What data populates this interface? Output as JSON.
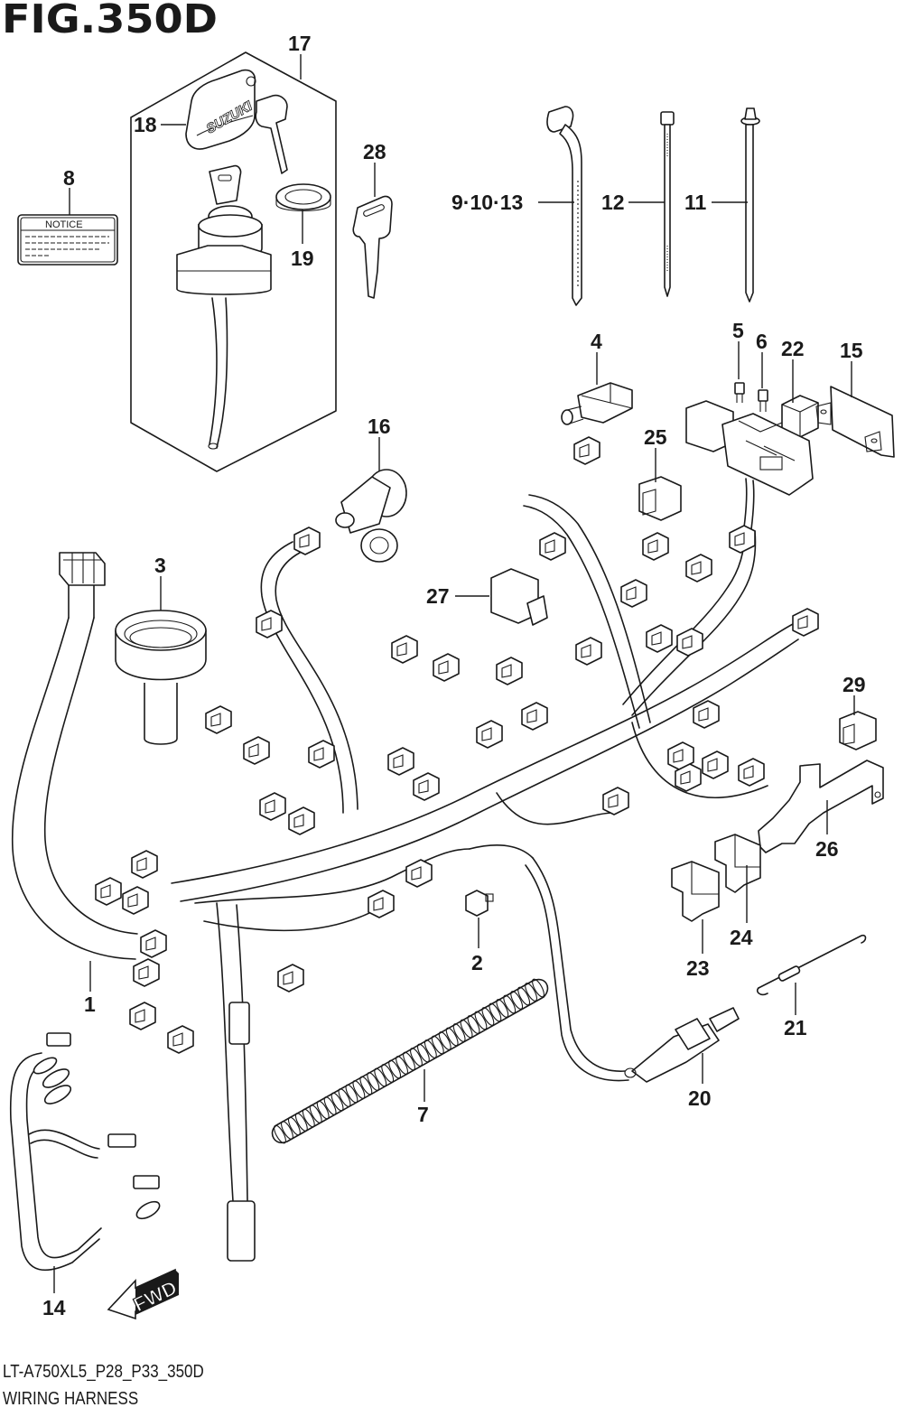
{
  "figure": {
    "title": "FIG.350D",
    "model_code": "LT-A750XL5_P28_P33_350D",
    "name": "WIRING HARNESS"
  },
  "decals": {
    "notice_label": "NOTICE",
    "key_brand": "SUZUKI",
    "direction_arrow": "FWD"
  },
  "callouts": [
    {
      "id": "c1",
      "label": "1",
      "part": "main wiring harness"
    },
    {
      "id": "c2",
      "label": "2",
      "part": "small connector cap"
    },
    {
      "id": "c3",
      "label": "3",
      "part": "threaded cup / cap"
    },
    {
      "id": "c4",
      "label": "4",
      "part": "connector boot"
    },
    {
      "id": "c5",
      "label": "5",
      "part": "fuse"
    },
    {
      "id": "c6",
      "label": "6",
      "part": "fuse"
    },
    {
      "id": "c7",
      "label": "7",
      "part": "corrugated tube"
    },
    {
      "id": "c8",
      "label": "8",
      "part": "notice label"
    },
    {
      "id": "c9",
      "label": "9·10·13",
      "part": "cable tie with clamp"
    },
    {
      "id": "c11",
      "label": "11",
      "part": "cable tie with clip"
    },
    {
      "id": "c12",
      "label": "12",
      "part": "cable tie"
    },
    {
      "id": "c14",
      "label": "14",
      "part": "sub harness"
    },
    {
      "id": "c15",
      "label": "15",
      "part": "bracket"
    },
    {
      "id": "c16",
      "label": "16",
      "part": "socket"
    },
    {
      "id": "c17",
      "label": "17",
      "part": "ignition switch assy"
    },
    {
      "id": "c18",
      "label": "18",
      "part": "key cover"
    },
    {
      "id": "c19",
      "label": "19",
      "part": "nut ring"
    },
    {
      "id": "c20",
      "label": "20",
      "part": "sensor"
    },
    {
      "id": "c21",
      "label": "21",
      "part": "spring wire"
    },
    {
      "id": "c22",
      "label": "22",
      "part": "relay"
    },
    {
      "id": "c23",
      "label": "23",
      "part": "relay"
    },
    {
      "id": "c24",
      "label": "24",
      "part": "relay"
    },
    {
      "id": "c25",
      "label": "25",
      "part": "coupler"
    },
    {
      "id": "c26",
      "label": "26",
      "part": "plate bracket"
    },
    {
      "id": "c27",
      "label": "27",
      "part": "relay"
    },
    {
      "id": "c28",
      "label": "28",
      "part": "key blank"
    },
    {
      "id": "c29",
      "label": "29",
      "part": "coupler"
    }
  ]
}
